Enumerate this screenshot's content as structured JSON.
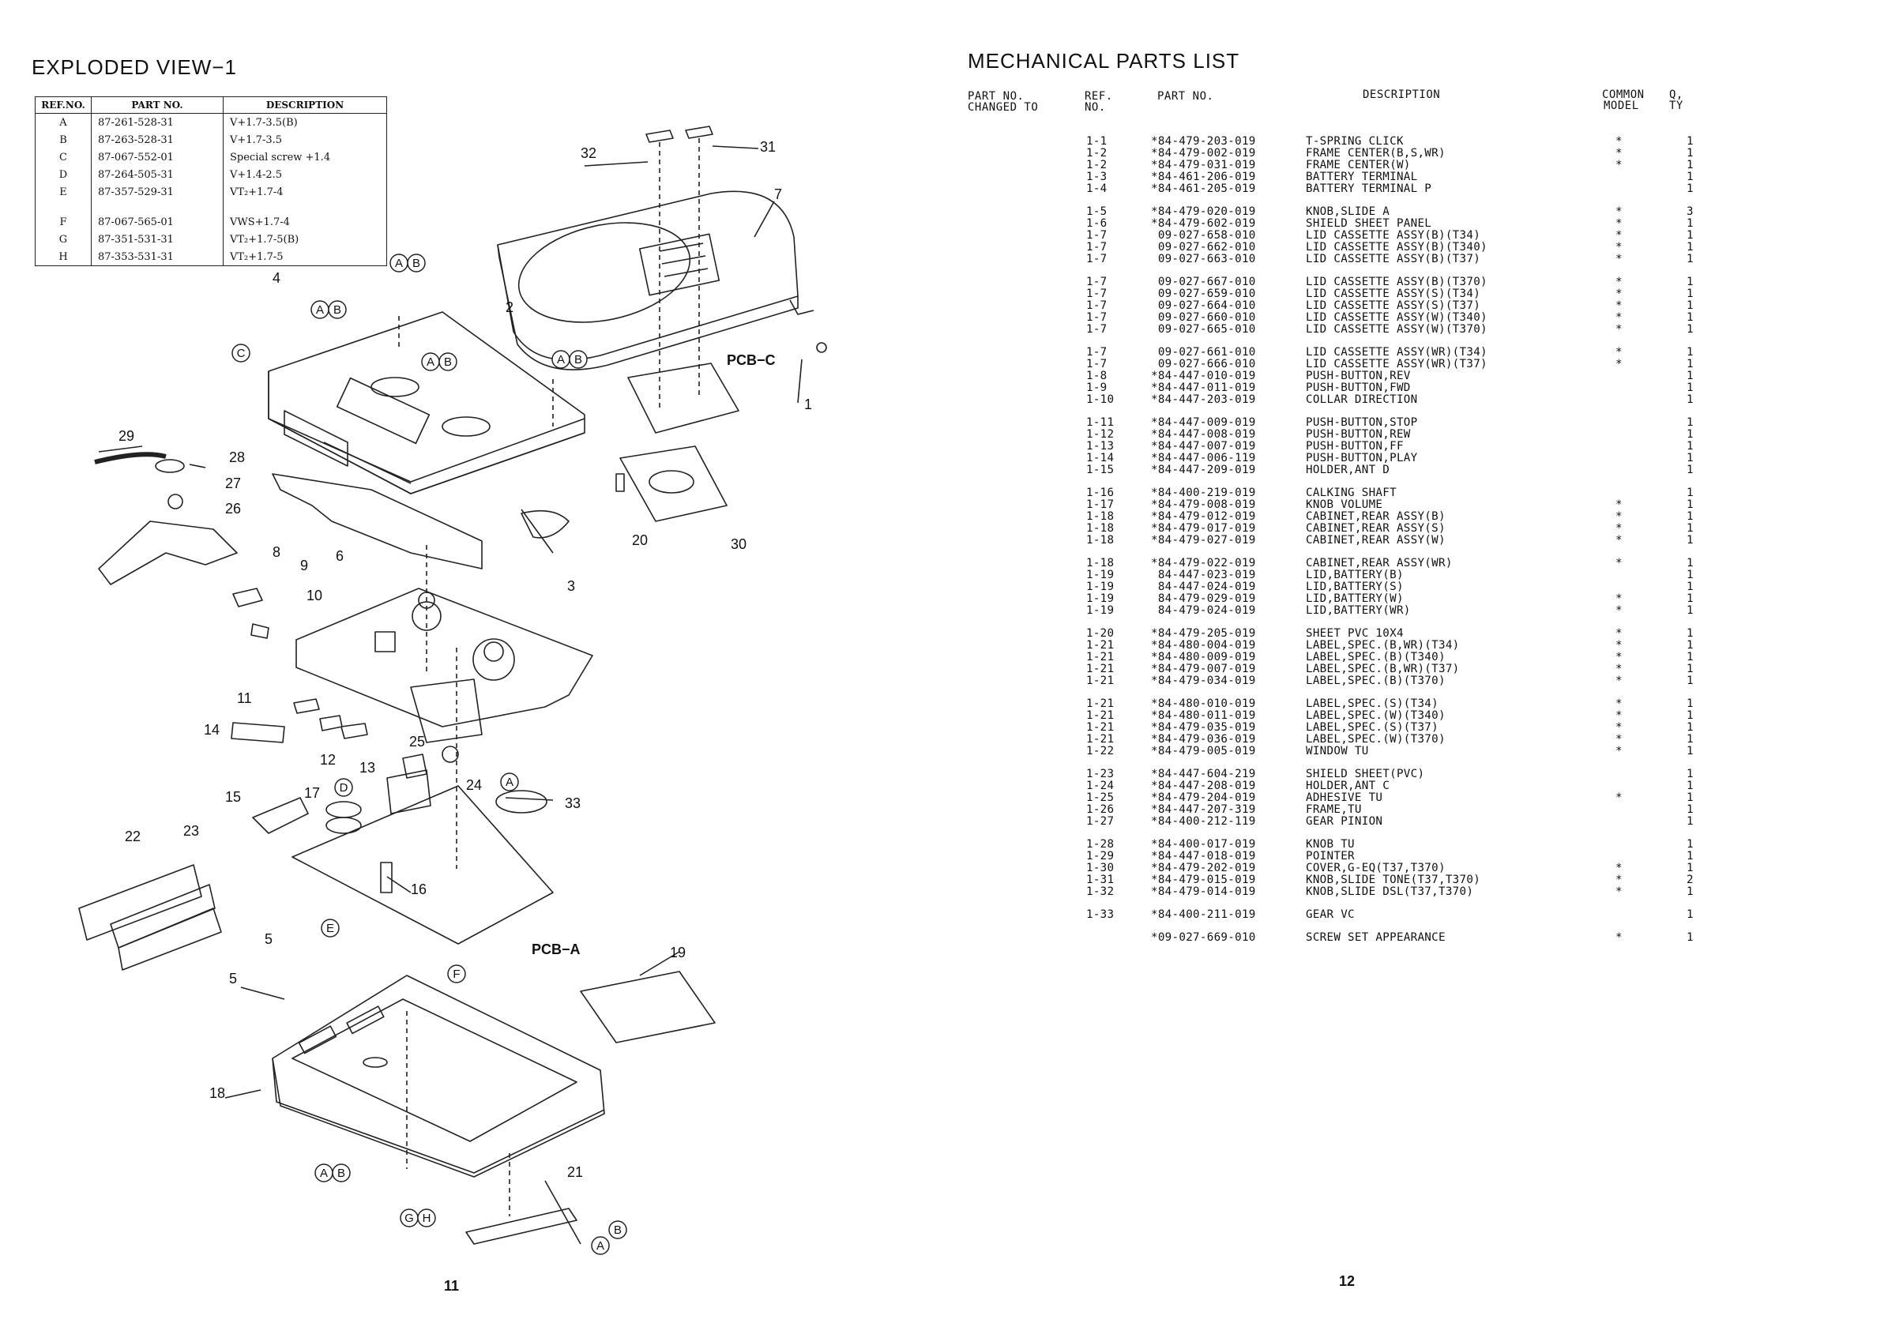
{
  "left_page": {
    "title": "EXPLODED VIEW−1",
    "page_number": "11",
    "screw_table": {
      "headers": [
        "REF.NO.",
        "PART NO.",
        "DESCRIPTION"
      ],
      "rows": [
        [
          "A",
          "87-261-528-31",
          "V+1.7-3.5(B)"
        ],
        [
          "B",
          "87-263-528-31",
          "V+1.7-3.5"
        ],
        [
          "C",
          "87-067-552-01",
          "Special screw +1.4"
        ],
        [
          "D",
          "87-264-505-31",
          "V+1.4-2.5"
        ],
        [
          "E",
          "87-357-529-31",
          "VT₂+1.7-4"
        ],
        [
          "F",
          "87-067-565-01",
          "VWS+1.7-4"
        ],
        [
          "G",
          "87-351-531-31",
          "VT₂+1.7-5(B)"
        ],
        [
          "H",
          "87-353-531-31",
          "VT₂+1.7-5"
        ]
      ]
    },
    "diagram": {
      "callouts": [
        "1",
        "2",
        "3",
        "4",
        "5",
        "5",
        "6",
        "7",
        "8",
        "9",
        "10",
        "11",
        "12",
        "13",
        "14",
        "15",
        "16",
        "17",
        "18",
        "19",
        "20",
        "21",
        "22",
        "23",
        "24",
        "25",
        "26",
        "27",
        "28",
        "29",
        "30",
        "31",
        "32",
        "33"
      ],
      "pcb_labels": [
        "PCB−C",
        "PCB−A"
      ],
      "screw_circles": [
        "A",
        "B",
        "A",
        "B",
        "A",
        "B",
        "A",
        "B",
        "C",
        "A",
        "D",
        "E",
        "F",
        "A",
        "B",
        "G",
        "H",
        "A",
        "B"
      ]
    }
  },
  "right_page": {
    "title": "MECHANICAL PARTS LIST",
    "page_number": "12",
    "headers": {
      "changed_1": "PART NO.",
      "changed_2": "CHANGED TO",
      "ref_1": "REF.",
      "ref_2": "NO.",
      "part": "PART NO.",
      "desc": "DESCRIPTION",
      "common_1": "COMMON",
      "common_2": "MODEL",
      "qty_1": "Q,",
      "qty_2": "TY"
    },
    "groups": [
      [
        {
          "ref": "1-1",
          "part": "*84-479-203-019",
          "desc": "T-SPRING CLICK",
          "common": "*",
          "qty": "1"
        },
        {
          "ref": "1-2",
          "part": "*84-479-002-019",
          "desc": "FRAME CENTER(B,S,WR)",
          "common": "*",
          "qty": "1"
        },
        {
          "ref": "1-2",
          "part": "*84-479-031-019",
          "desc": "FRAME CENTER(W)",
          "common": "*",
          "qty": "1"
        },
        {
          "ref": "1-3",
          "part": "*84-461-206-019",
          "desc": "BATTERY TERMINAL",
          "common": "",
          "qty": "1"
        },
        {
          "ref": "1-4",
          "part": "*84-461-205-019",
          "desc": "BATTERY TERMINAL P",
          "common": "",
          "qty": "1"
        }
      ],
      [
        {
          "ref": "1-5",
          "part": "*84-479-020-019",
          "desc": "KNOB,SLIDE A",
          "common": "*",
          "qty": "3"
        },
        {
          "ref": "1-6",
          "part": "*84-479-602-019",
          "desc": "SHIELD SHEET PANEL",
          "common": "*",
          "qty": "1"
        },
        {
          "ref": "1-7",
          "part": " 09-027-658-010",
          "desc": "LID CASSETTE ASSY(B)(T34)",
          "common": "*",
          "qty": "1"
        },
        {
          "ref": "1-7",
          "part": " 09-027-662-010",
          "desc": "LID CASSETTE ASSY(B)(T340)",
          "common": "*",
          "qty": "1"
        },
        {
          "ref": "1-7",
          "part": " 09-027-663-010",
          "desc": "LID CASSETTE ASSY(B)(T37)",
          "common": "*",
          "qty": "1"
        }
      ],
      [
        {
          "ref": "1-7",
          "part": " 09-027-667-010",
          "desc": "LID CASSETTE ASSY(B)(T370)",
          "common": "*",
          "qty": "1"
        },
        {
          "ref": "1-7",
          "part": " 09-027-659-010",
          "desc": "LID CASSETTE ASSY(S)(T34)",
          "common": "*",
          "qty": "1"
        },
        {
          "ref": "1-7",
          "part": " 09-027-664-010",
          "desc": "LID CASSETTE ASSY(S)(T37)",
          "common": "*",
          "qty": "1"
        },
        {
          "ref": "1-7",
          "part": " 09-027-660-010",
          "desc": "LID CASSETTE ASSY(W)(T340)",
          "common": "*",
          "qty": "1"
        },
        {
          "ref": "1-7",
          "part": " 09-027-665-010",
          "desc": "LID CASSETTE ASSY(W)(T370)",
          "common": "*",
          "qty": "1"
        }
      ],
      [
        {
          "ref": "1-7",
          "part": " 09-027-661-010",
          "desc": "LID CASSETTE ASSY(WR)(T34)",
          "common": "*",
          "qty": "1"
        },
        {
          "ref": "1-7",
          "part": " 09-027-666-010",
          "desc": "LID CASSETTE ASSY(WR)(T37)",
          "common": "*",
          "qty": "1"
        },
        {
          "ref": "1-8",
          "part": "*84-447-010-019",
          "desc": "PUSH-BUTTON,REV",
          "common": "",
          "qty": "1"
        },
        {
          "ref": "1-9",
          "part": "*84-447-011-019",
          "desc": "PUSH-BUTTON,FWD",
          "common": "",
          "qty": "1"
        },
        {
          "ref": "1-10",
          "part": "*84-447-203-019",
          "desc": "COLLAR DIRECTION",
          "common": "",
          "qty": "1"
        }
      ],
      [
        {
          "ref": "1-11",
          "part": "*84-447-009-019",
          "desc": "PUSH-BUTTON,STOP",
          "common": "",
          "qty": "1"
        },
        {
          "ref": "1-12",
          "part": "*84-447-008-019",
          "desc": "PUSH-BUTTON,REW",
          "common": "",
          "qty": "1"
        },
        {
          "ref": "1-13",
          "part": "*84-447-007-019",
          "desc": "PUSH-BUTTON,FF",
          "common": "",
          "qty": "1"
        },
        {
          "ref": "1-14",
          "part": "*84-447-006-119",
          "desc": "PUSH-BUTTON,PLAY",
          "common": "",
          "qty": "1"
        },
        {
          "ref": "1-15",
          "part": "*84-447-209-019",
          "desc": "HOLDER,ANT D",
          "common": "",
          "qty": "1"
        }
      ],
      [
        {
          "ref": "1-16",
          "part": "*84-400-219-019",
          "desc": "CALKING SHAFT",
          "common": "",
          "qty": "1"
        },
        {
          "ref": "1-17",
          "part": "*84-479-008-019",
          "desc": "KNOB VOLUME",
          "common": "*",
          "qty": "1"
        },
        {
          "ref": "1-18",
          "part": "*84-479-012-019",
          "desc": "CABINET,REAR ASSY(B)",
          "common": "*",
          "qty": "1"
        },
        {
          "ref": "1-18",
          "part": "*84-479-017-019",
          "desc": "CABINET,REAR ASSY(S)",
          "common": "*",
          "qty": "1"
        },
        {
          "ref": "1-18",
          "part": "*84-479-027-019",
          "desc": "CABINET,REAR ASSY(W)",
          "common": "*",
          "qty": "1"
        }
      ],
      [
        {
          "ref": "1-18",
          "part": "*84-479-022-019",
          "desc": "CABINET,REAR ASSY(WR)",
          "common": "*",
          "qty": "1"
        },
        {
          "ref": "1-19",
          "part": " 84-447-023-019",
          "desc": "LID,BATTERY(B)",
          "common": "",
          "qty": "1"
        },
        {
          "ref": "1-19",
          "part": " 84-447-024-019",
          "desc": "LID,BATTERY(S)",
          "common": "",
          "qty": "1"
        },
        {
          "ref": "1-19",
          "part": " 84-479-029-019",
          "desc": "LID,BATTERY(W)",
          "common": "*",
          "qty": "1"
        },
        {
          "ref": "1-19",
          "part": " 84-479-024-019",
          "desc": "LID,BATTERY(WR)",
          "common": "*",
          "qty": "1"
        }
      ],
      [
        {
          "ref": "1-20",
          "part": "*84-479-205-019",
          "desc": "SHEET PVC 10X4",
          "common": "*",
          "qty": "1"
        },
        {
          "ref": "1-21",
          "part": "*84-480-004-019",
          "desc": "LABEL,SPEC.(B,WR)(T34)",
          "common": "*",
          "qty": "1"
        },
        {
          "ref": "1-21",
          "part": "*84-480-009-019",
          "desc": "LABEL,SPEC.(B)(T340)",
          "common": "*",
          "qty": "1"
        },
        {
          "ref": "1-21",
          "part": "*84-479-007-019",
          "desc": "LABEL,SPEC.(B,WR)(T37)",
          "common": "*",
          "qty": "1"
        },
        {
          "ref": "1-21",
          "part": "*84-479-034-019",
          "desc": "LABEL,SPEC.(B)(T370)",
          "common": "*",
          "qty": "1"
        }
      ],
      [
        {
          "ref": "1-21",
          "part": "*84-480-010-019",
          "desc": "LABEL,SPEC.(S)(T34)",
          "common": "*",
          "qty": "1"
        },
        {
          "ref": "1-21",
          "part": "*84-480-011-019",
          "desc": "LABEL,SPEC.(W)(T340)",
          "common": "*",
          "qty": "1"
        },
        {
          "ref": "1-21",
          "part": "*84-479-035-019",
          "desc": "LABEL,SPEC.(S)(T37)",
          "common": "*",
          "qty": "1"
        },
        {
          "ref": "1-21",
          "part": "*84-479-036-019",
          "desc": "LABEL,SPEC.(W)(T370)",
          "common": "*",
          "qty": "1"
        },
        {
          "ref": "1-22",
          "part": "*84-479-005-019",
          "desc": "WINDOW TU",
          "common": "*",
          "qty": "1"
        }
      ],
      [
        {
          "ref": "1-23",
          "part": "*84-447-604-219",
          "desc": "SHIELD SHEET(PVC)",
          "common": "",
          "qty": "1"
        },
        {
          "ref": "1-24",
          "part": "*84-447-208-019",
          "desc": "HOLDER,ANT C",
          "common": "",
          "qty": "1"
        },
        {
          "ref": "1-25",
          "part": "*84-479-204-019",
          "desc": "ADHESIVE TU",
          "common": "*",
          "qty": "1"
        },
        {
          "ref": "1-26",
          "part": "*84-447-207-319",
          "desc": "FRAME,TU",
          "common": "",
          "qty": "1"
        },
        {
          "ref": "1-27",
          "part": "*84-400-212-119",
          "desc": "GEAR PINION",
          "common": "",
          "qty": "1"
        }
      ],
      [
        {
          "ref": "1-28",
          "part": "*84-400-017-019",
          "desc": "KNOB TU",
          "common": "",
          "qty": "1"
        },
        {
          "ref": "1-29",
          "part": "*84-447-018-019",
          "desc": "POINTER",
          "common": "",
          "qty": "1"
        },
        {
          "ref": "1-30",
          "part": "*84-479-202-019",
          "desc": "COVER,G-EQ(T37,T370)",
          "common": "*",
          "qty": "1"
        },
        {
          "ref": "1-31",
          "part": "*84-479-015-019",
          "desc": "KNOB,SLIDE TONE(T37,T370)",
          "common": "*",
          "qty": "2"
        },
        {
          "ref": "1-32",
          "part": "*84-479-014-019",
          "desc": "KNOB,SLIDE DSL(T37,T370)",
          "common": "*",
          "qty": "1"
        }
      ],
      [
        {
          "ref": "1-33",
          "part": "*84-400-211-019",
          "desc": "GEAR VC",
          "common": "",
          "qty": "1"
        }
      ],
      [
        {
          "ref": "",
          "part": "*09-027-669-010",
          "desc": "SCREW SET APPEARANCE",
          "common": "*",
          "qty": "1"
        }
      ]
    ]
  }
}
